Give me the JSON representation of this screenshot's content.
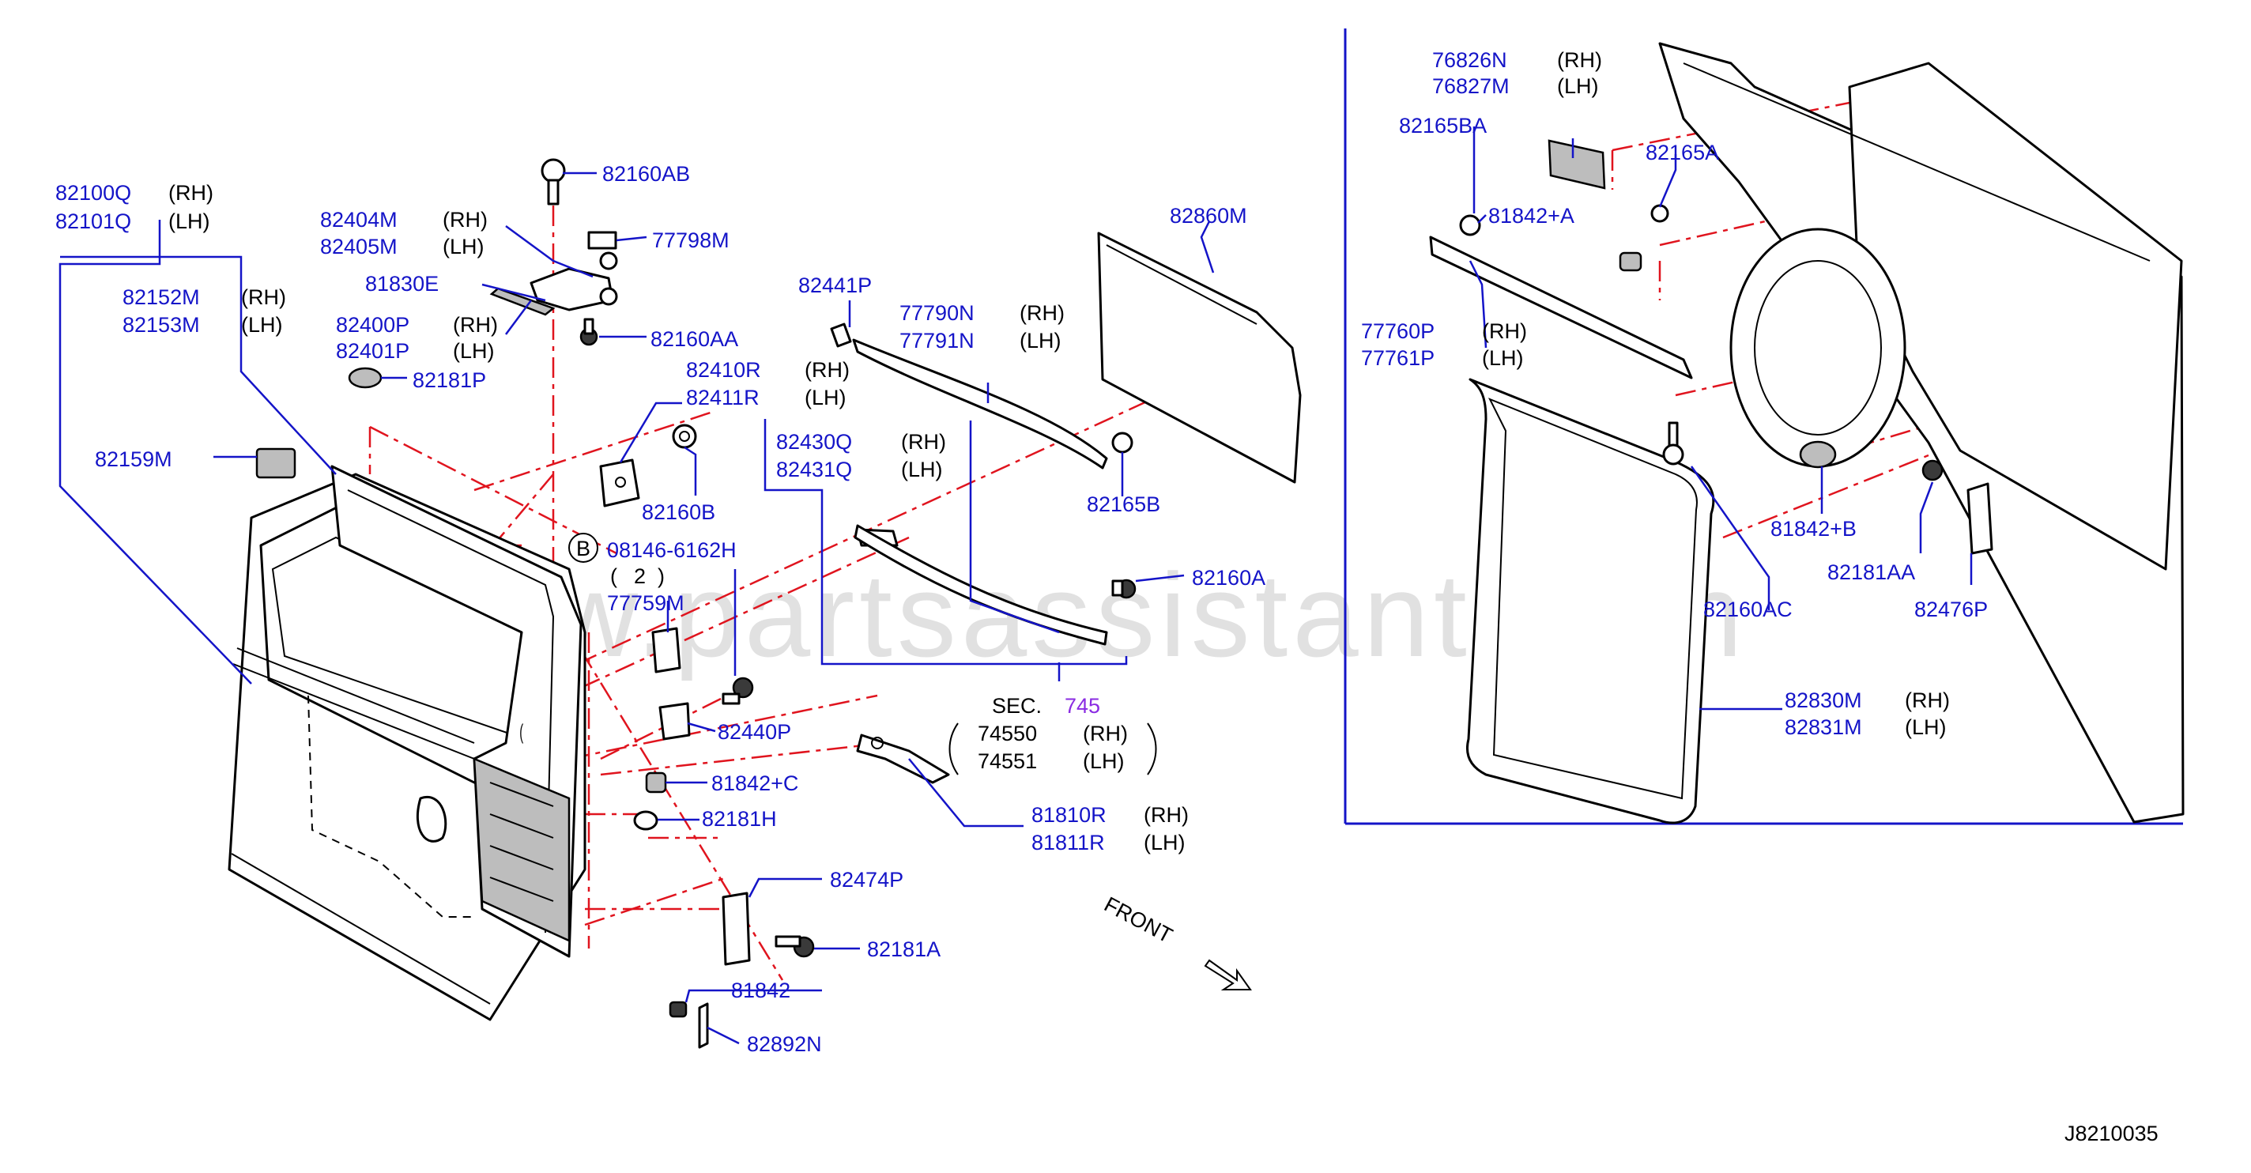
{
  "diagram_id": "J8210035",
  "watermark": "www.partsassistant.com",
  "front_label": "FRONT",
  "callout_circle": "B",
  "sec_ref": {
    "prefix": "SEC.",
    "number": "745"
  },
  "labels": {
    "p82100Q": "82100Q",
    "p82101Q": "82101Q",
    "p82152M": "82152M",
    "p82153M": "82153M",
    "p82159M": "82159M",
    "p82404M": "82404M",
    "p82405M": "82405M",
    "p81830E": "81830E",
    "p82400P": "82400P",
    "p82401P": "82401P",
    "p82181P": "82181P",
    "p82160AB": "82160AB",
    "p77798M": "77798M",
    "p82160AA": "82160AA",
    "p82410R": "82410R",
    "p82411R": "82411R",
    "p82160B": "82160B",
    "p08146": "08146-6162H",
    "qty2": "2",
    "p77759M": "77759M",
    "p82440P": "82440P",
    "p81842C": "81842+C",
    "p82181H": "82181H",
    "p82474P": "82474P",
    "p82181A": "82181A",
    "p81842": "81842",
    "p82892N": "82892N",
    "p82441P": "82441P",
    "p77790N": "77790N",
    "p77791N": "77791N",
    "p82430Q": "82430Q",
    "p82431Q": "82431Q",
    "p82165B": "82165B",
    "p82160A": "82160A",
    "p82860M": "82860M",
    "p74550": "74550",
    "p74551": "74551",
    "p81810R": "81810R",
    "p81811R": "81811R",
    "p76826N": "76826N",
    "p76827M": "76827M",
    "p82165BA": "82165BA",
    "p82165A": "82165A",
    "p81842A": "81842+A",
    "p77760P": "77760P",
    "p77761P": "77761P",
    "p81842B": "81842+B",
    "p82181AA": "82181AA",
    "p82476P": "82476P",
    "p82160AC": "82160AC",
    "p82830M": "82830M",
    "p82831M": "82831M"
  },
  "sides": {
    "rh": "(RH)",
    "lh": "(LH)"
  },
  "colors": {
    "part_number": "#1414c8",
    "phantom_line": "#e0141e",
    "sec_number": "#8a2be2"
  }
}
